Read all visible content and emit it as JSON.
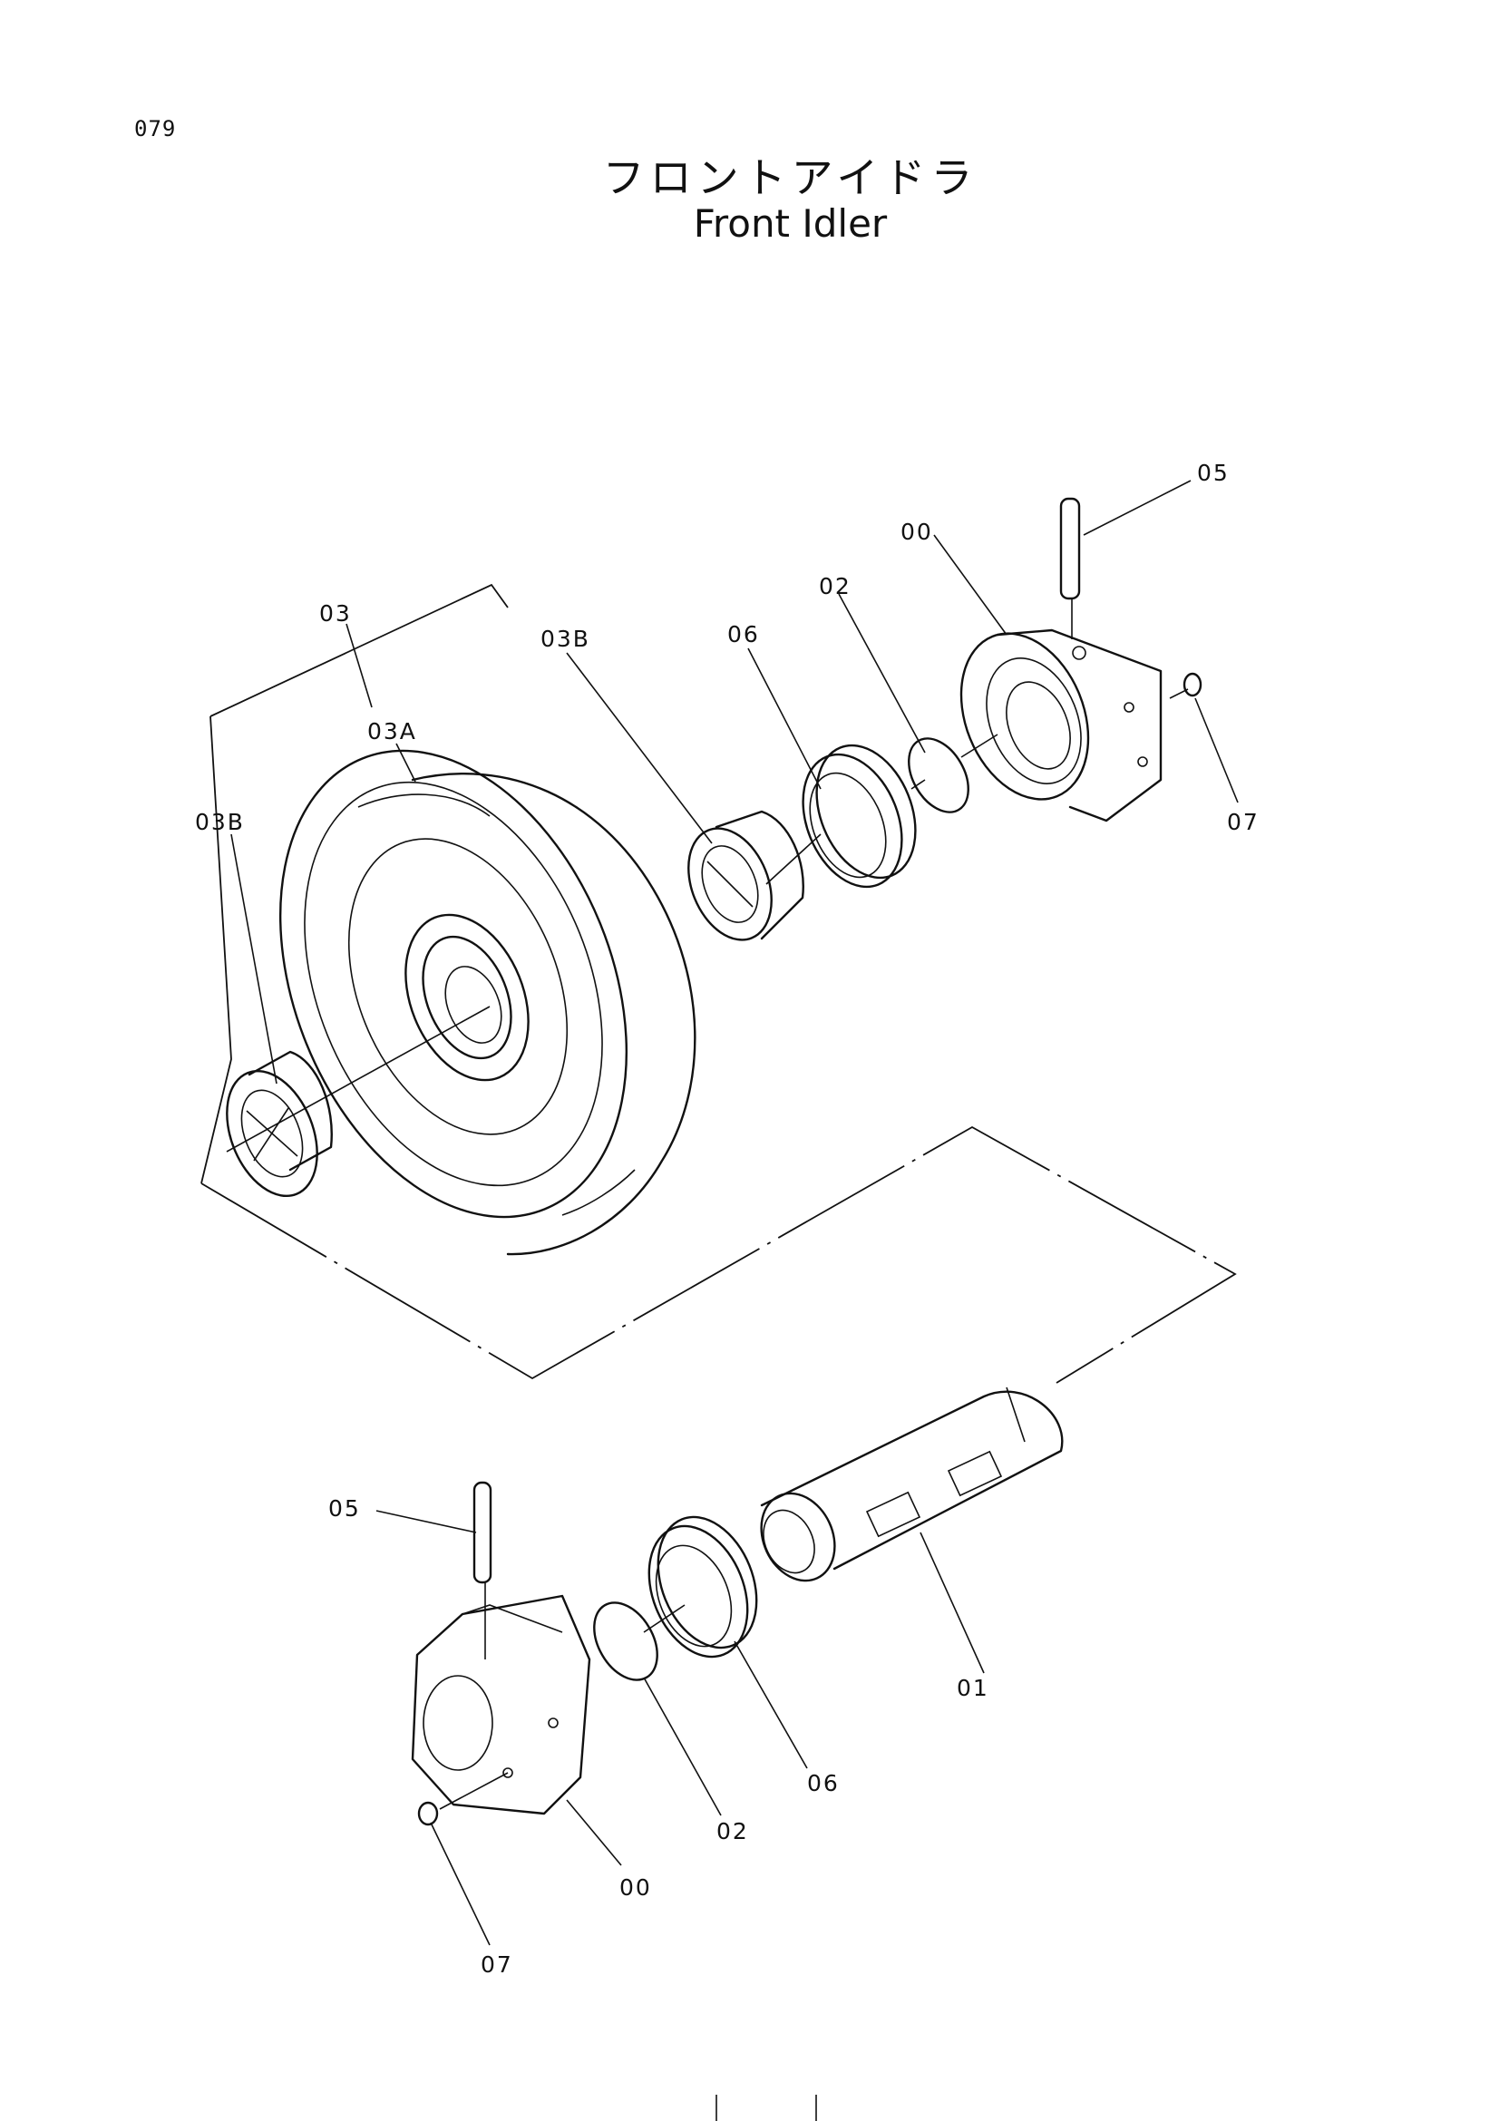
{
  "page": {
    "number": "079"
  },
  "title": {
    "japanese": "フロントアイドラ",
    "english": "Front Idler"
  },
  "callouts": {
    "upper_05": "05",
    "upper_00": "00",
    "upper_02": "02",
    "upper_06": "06",
    "upper_03B_right": "03B",
    "label_03": "03",
    "label_03A": "03A",
    "upper_03B_left": "03B",
    "upper_07": "07",
    "lower_05": "05",
    "lower_01": "01",
    "lower_06": "06",
    "lower_02": "02",
    "lower_00": "00",
    "lower_07": "07"
  }
}
